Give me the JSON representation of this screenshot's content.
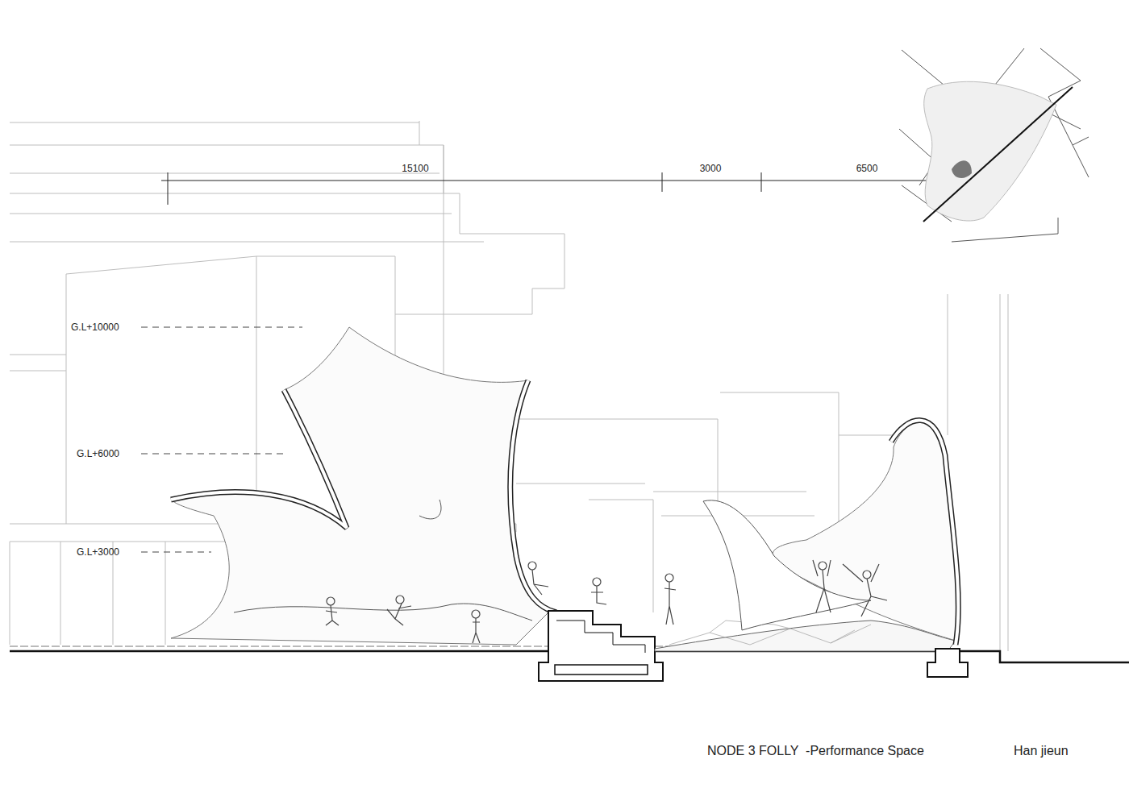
{
  "diagram": {
    "caption": "NODE 3 FOLLY  -Performance Space",
    "labels": [
      "15100",
      "3000",
      "6500",
      "G.L+10000",
      "G.L+6000",
      "G.L+3000",
      "Han jieun"
    ]
  }
}
